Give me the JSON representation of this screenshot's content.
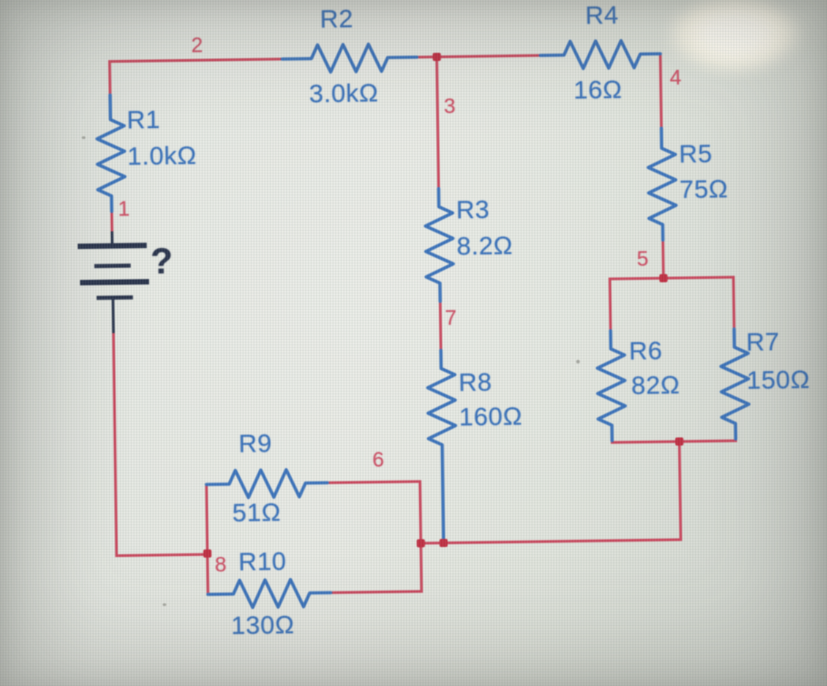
{
  "schematic": {
    "source": {
      "value_label": "?"
    },
    "resistors": {
      "r1": {
        "name": "R1",
        "value": "1.0kΩ"
      },
      "r2": {
        "name": "R2",
        "value": "3.0kΩ"
      },
      "r3": {
        "name": "R3",
        "value": "8.2Ω"
      },
      "r4": {
        "name": "R4",
        "value": "16Ω"
      },
      "r5": {
        "name": "R5",
        "value": "75Ω"
      },
      "r6": {
        "name": "R6",
        "value": "82Ω"
      },
      "r7": {
        "name": "R7",
        "value": "150Ω"
      },
      "r8": {
        "name": "R8",
        "value": "160Ω"
      },
      "r9": {
        "name": "R9",
        "value": "51Ω"
      },
      "r10": {
        "name": "R10",
        "value": "130Ω"
      }
    },
    "nodes": {
      "n1": "1",
      "n2": "2",
      "n3": "3",
      "n4": "4",
      "n5": "5",
      "n6": "6",
      "n7": "7",
      "n8": "8"
    },
    "colors": {
      "wire_red": "#c9485e",
      "component_blue": "#3b72ba",
      "node_label_pink": "#cd5066",
      "junction_dot_red": "#bf2e42",
      "battery_dark": "#2a344c",
      "screen_background": "#dfe3db"
    }
  }
}
